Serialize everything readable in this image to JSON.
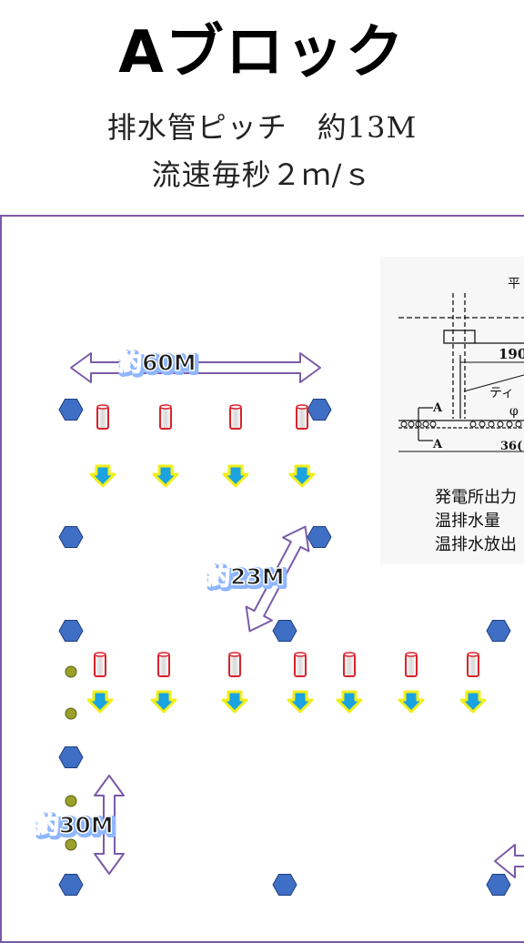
{
  "header": {
    "title": "Aブロック",
    "line1": "排水管ピッチ　約13M",
    "line2": "流速毎秒２ｍ/ｓ"
  },
  "diagram": {
    "dim_60": "約60M",
    "dim_23": "約23M",
    "dim_30": "約30M"
  },
  "reference_drawing": {
    "top_label": "平",
    "dim_190": "190",
    "dim_360": "36(",
    "section_a_top": "A",
    "section_a_bottom": "A",
    "pipe_label": "ティ",
    "phi": "φ",
    "note1": "発電所出力",
    "note2": "温排水量",
    "note3": "温排水放出"
  },
  "colors": {
    "hexagon": "#3f6fc4",
    "outlet_outline": "#d9232b",
    "arrow_fill": "#1aa3e0",
    "arrow_edge": "#f2ee19",
    "dim_arrow": "#7a5aa8",
    "frame": "#7a5aa8",
    "small_dot": "#9aa02a"
  }
}
